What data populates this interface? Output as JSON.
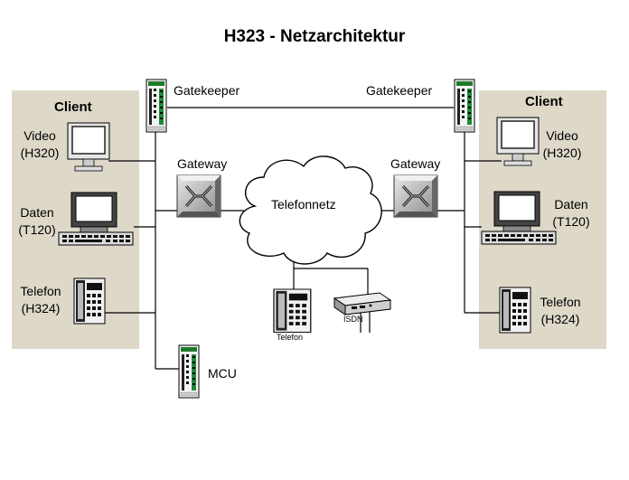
{
  "title": "H323 - Netzarchitektur",
  "left_client": {
    "title": "Client",
    "video": [
      "Video",
      "(H320)"
    ],
    "daten": [
      "Daten",
      "(T120)"
    ],
    "telefon": [
      "Telefon",
      "(H324)"
    ]
  },
  "right_client": {
    "title": "Client",
    "video": [
      "Video",
      "(H320)"
    ],
    "daten": [
      "Daten",
      "(T120)"
    ],
    "telefon": [
      "Telefon",
      "(H324)"
    ]
  },
  "gatekeeper_left": "Gatekeeper",
  "gatekeeper_right": "Gatekeeper",
  "gateway_left": "Gateway",
  "gateway_right": "Gateway",
  "cloud": "Telefonnetz",
  "telefon_small": "Telefon",
  "isdn": "ISDN",
  "mcu": "MCU",
  "colors": {
    "panel": "#ddd8c8",
    "device_green": "#2e7d32"
  }
}
